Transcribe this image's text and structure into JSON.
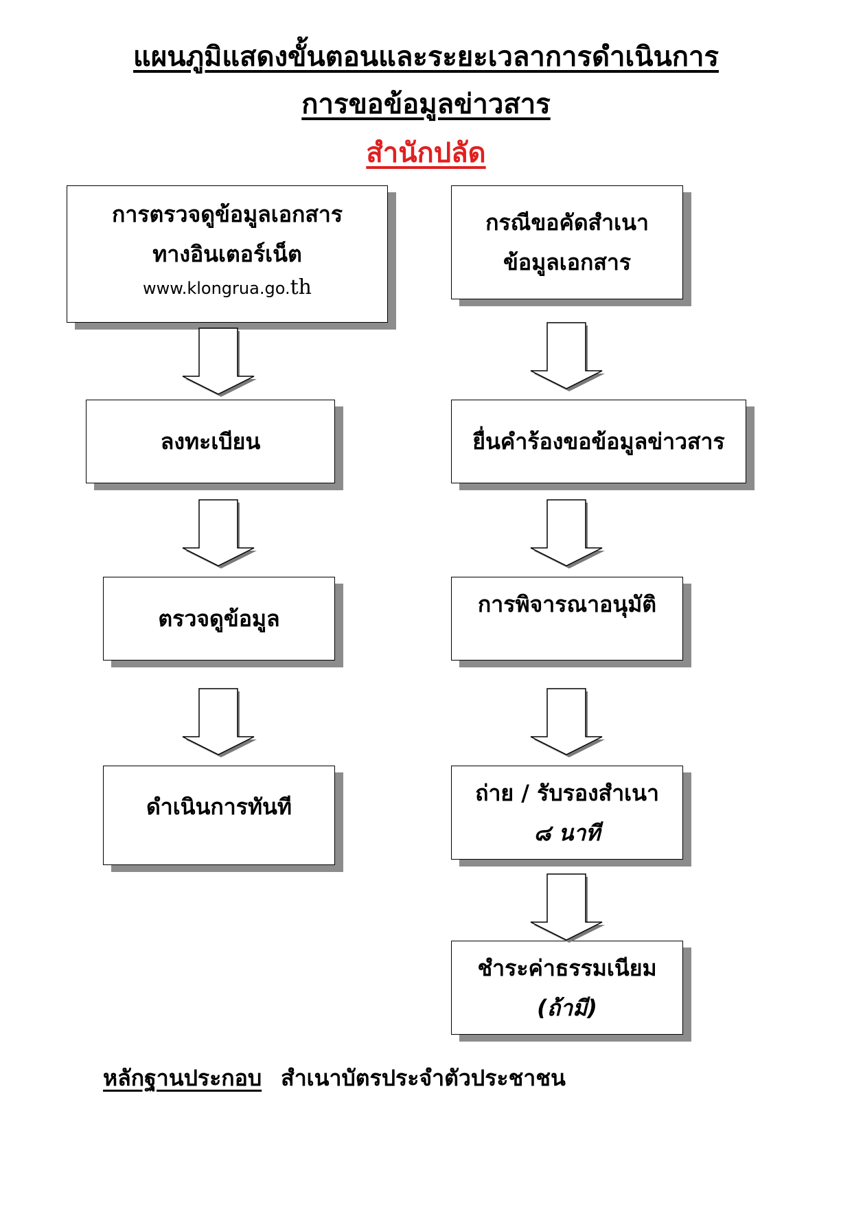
{
  "title": {
    "line1": "แผนภูมิแสดงขั้นตอนและระยะเวลาการดำเนินการ",
    "line2": "การขอข้อมูลข่าวสาร",
    "line3": "สำนักปลัด"
  },
  "left_column": {
    "box1": {
      "line1": "การตรวจดูข้อมูลเอกสาร",
      "line2": "ทางอินเตอร์เน็ต",
      "url": "www.klongrua.go.",
      "url_tld": "th"
    },
    "box2": {
      "label": "ลงทะเบียน"
    },
    "box3": {
      "label": "ตรวจดูข้อมูล"
    },
    "box4": {
      "label": "ดำเนินการทันที"
    }
  },
  "right_column": {
    "box1": {
      "line1": "กรณีขอคัดสำเนา",
      "line2": "ข้อมูลเอกสาร"
    },
    "box2": {
      "label": "ยื่นคำร้องขอข้อมูลข่าวสาร"
    },
    "box3": {
      "label": "การพิจารณาอนุมัติ"
    },
    "box4": {
      "line1": "ถ่าย / รับรองสำเนา",
      "line2": "๘  นาที"
    },
    "box5": {
      "line1": "ชำระค่าธรรมเนียม",
      "line2": "(ถ้ามี)"
    }
  },
  "footer": {
    "label": "หลักฐานประกอบ",
    "value": "สำเนาบัตรประจำตัวประชาชน"
  },
  "colors": {
    "accent_red": "#e02020",
    "shadow": "#8c8c8c"
  }
}
